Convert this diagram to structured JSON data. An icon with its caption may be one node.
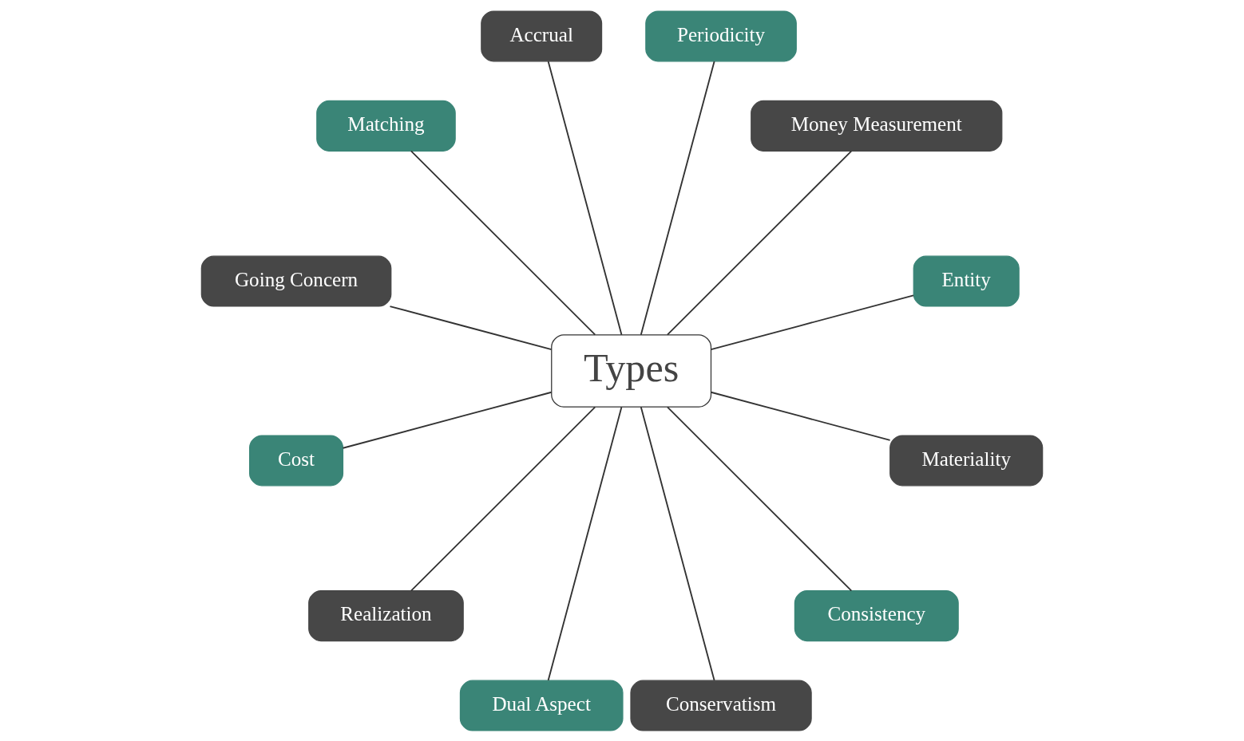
{
  "diagram": {
    "nodes": [
      {
        "text": [
          "Types"
        ]
      },
      {
        "text": [
          "Entity"
        ]
      },
      {
        "text": [
          "Money Measurement"
        ]
      },
      {
        "text": [
          "Periodicity"
        ]
      },
      {
        "text": [
          "Accrual"
        ]
      },
      {
        "text": [
          "Matching"
        ]
      },
      {
        "text": [
          "Going Concern"
        ]
      },
      {
        "text": [
          "Cost"
        ]
      },
      {
        "text": [
          "Realization"
        ]
      },
      {
        "text": [
          "Dual Aspect"
        ]
      },
      {
        "text": [
          "Conservatism"
        ]
      },
      {
        "text": [
          "Consistency"
        ]
      },
      {
        "text": [
          "Materiality"
        ]
      }
    ],
    "edges": [
      {
        "from": 0,
        "to": 1,
        "arrow": "none"
      },
      {
        "from": 0,
        "to": 2,
        "arrow": "none"
      },
      {
        "from": 0,
        "to": 3,
        "arrow": "none"
      },
      {
        "from": 0,
        "to": 4,
        "arrow": "none"
      },
      {
        "from": 0,
        "to": 5,
        "arrow": "none"
      },
      {
        "from": 0,
        "to": 6,
        "arrow": "none"
      },
      {
        "from": 0,
        "to": 7,
        "arrow": "none"
      },
      {
        "from": 0,
        "to": 8,
        "arrow": "none"
      },
      {
        "from": 0,
        "to": 9,
        "arrow": "none"
      },
      {
        "from": 0,
        "to": 10,
        "arrow": "none"
      },
      {
        "from": 0,
        "to": 11,
        "arrow": "none"
      },
      {
        "from": 0,
        "to": 12,
        "arrow": "none"
      }
    ]
  }
}
